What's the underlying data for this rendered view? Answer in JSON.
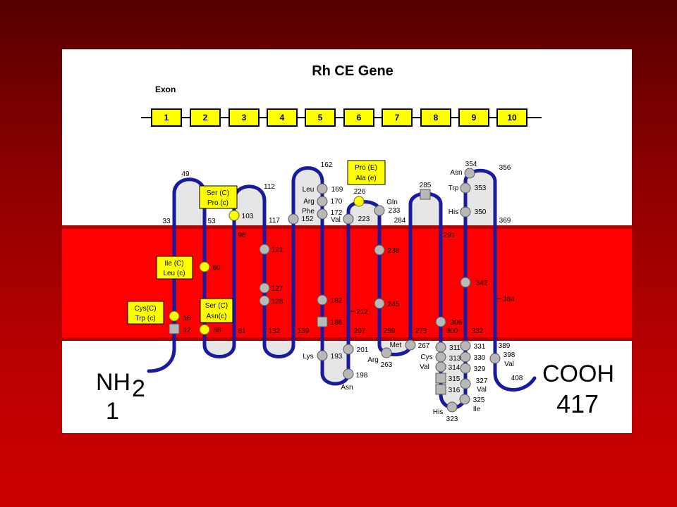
{
  "title": "Rh CE Gene",
  "exons": {
    "label": "Exon",
    "numbers": [
      "1",
      "2",
      "3",
      "4",
      "5",
      "6",
      "7",
      "8",
      "9",
      "10"
    ]
  },
  "substitutions": [
    {
      "top": "Ser (C)",
      "bottom": "Pro (c)"
    },
    {
      "top": "Ile (C)",
      "bottom": "Leu (c)"
    },
    {
      "top": "Cys(C)",
      "bottom": "Trp (c)"
    },
    {
      "top": "Ser (C)",
      "bottom": "Asn(c)"
    },
    {
      "top": "Pro (E)",
      "bottom": "Ala (e)"
    }
  ],
  "residues": {
    "n12": "12",
    "n16": "16",
    "n33": "33",
    "n49": "49",
    "n53": "53",
    "n60": "60",
    "n68": "68",
    "n81": "81",
    "n98": "98",
    "n103": "103",
    "n112": "112",
    "n117": "117",
    "n121": "121",
    "n127": "127",
    "n128": "128",
    "n132": "132",
    "n139": "139",
    "n152": "152",
    "n162": "162",
    "n169": "169",
    "n170": "170",
    "n172": "172",
    "n182": "182",
    "n186": "186",
    "n193": "193",
    "n198": "198",
    "n201": "201",
    "n207": "207",
    "n212": "212",
    "n223": "223",
    "n226": "226",
    "n233": "233",
    "n238": "238",
    "n245": "245",
    "n259": "259",
    "n263": "263",
    "n267": "267",
    "n273": "273",
    "n284": "284",
    "n285": "285",
    "n291": "291",
    "n300": "300",
    "n306": "306",
    "n311": "311",
    "n313": "313",
    "n314": "314",
    "n315": "315",
    "n316": "316",
    "n323": "323",
    "n325": "325",
    "n327": "327",
    "n329": "329",
    "n330": "330",
    "n331": "331",
    "n332": "332",
    "n342": "342",
    "n350": "350",
    "n353": "353",
    "n354": "354",
    "n356": "356",
    "n369": "369",
    "n384": "384",
    "n389": "389",
    "n398": "398",
    "n408": "408"
  },
  "amino_acids": {
    "leu_169": "Leu",
    "arg_170": "Arg",
    "phe_172": "Phe",
    "val_223": "Val",
    "gln_233": "Gln",
    "asn_354": "Asn",
    "trp_353": "Trp",
    "his_350": "His",
    "lys_193": "Lys",
    "asn_198": "Asn",
    "met_267": "Met",
    "arg_263": "Arg",
    "cys_313": "Cys",
    "val_314": "Val",
    "val_327": "Val",
    "ile_325": "Ile",
    "his_323": "His",
    "val_398": "Val"
  },
  "termini": {
    "n_terminus": "NH",
    "n_subscript": "2",
    "n_residue": "1",
    "c_terminus": "COOH",
    "c_residue": "417"
  },
  "colors": {
    "background_top": "#560000",
    "background_bottom": "#cc0000",
    "membrane": "#ff0000",
    "membrane_edge": "#b40000",
    "chain": "#1a1aa0",
    "exon_fill": "#ffff00",
    "residue_marker": "#b8b8b8",
    "substitution_marker": "#ffff00",
    "loop_fill": "#e6e6e6"
  }
}
